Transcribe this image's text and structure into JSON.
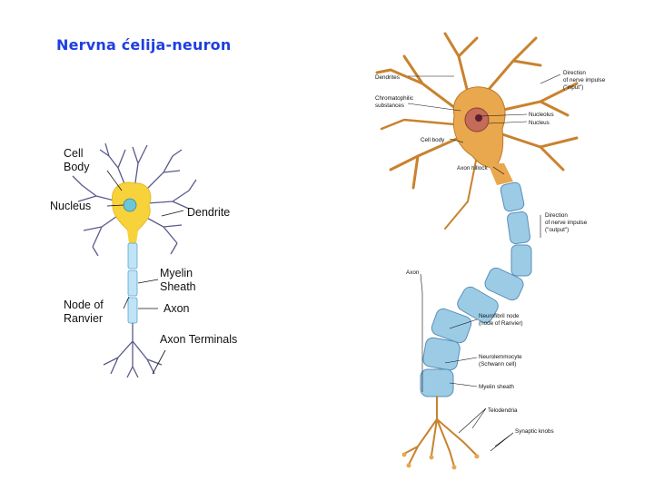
{
  "page": {
    "title": "Nervna ćelija-neuron"
  },
  "left_diagram": {
    "labels": {
      "cell_body": [
        "Cell",
        "Body"
      ],
      "nucleus": "Nucleus",
      "dendrite": "Dendrite",
      "myelin_sheath": [
        "Myelin",
        "Sheath"
      ],
      "node_of_ranvier": [
        "Node of",
        "Ranvier"
      ],
      "axon": "Axon",
      "axon_terminals": "Axon Terminals"
    },
    "colors": {
      "soma": "#f7d23a",
      "myelin": "#bfe3f7",
      "dendrite": "#5a5a8c"
    }
  },
  "right_diagram": {
    "labels": {
      "dendrites": "Dendrites",
      "chromatophilic": [
        "Chromatophilic",
        "substances"
      ],
      "cell_body": "Cell body",
      "direction_input": [
        "Direction",
        "of nerve impulse",
        "(\"input\")"
      ],
      "nucleolus": "Nucleolus",
      "nucleus": "Nucleus",
      "axon_hillock": "Axon hillock",
      "direction_output": [
        "Direction",
        "of nerve impulse",
        "(\"output\")"
      ],
      "axon": "Axon",
      "neurofibril_node": [
        "Neurofibril node",
        "(node of Ranvier)"
      ],
      "neurolemmocyte": [
        "Neurolemmocyte",
        "(Schwann cell)"
      ],
      "myelin_sheath": "Myelin sheath",
      "telodendria": "Telodendria",
      "synaptic_knobs": "Synaptic knobs"
    },
    "colors": {
      "soma": "#e9a74e",
      "myelin": "#9ccbe6",
      "dendrite": "#c9822e"
    }
  }
}
